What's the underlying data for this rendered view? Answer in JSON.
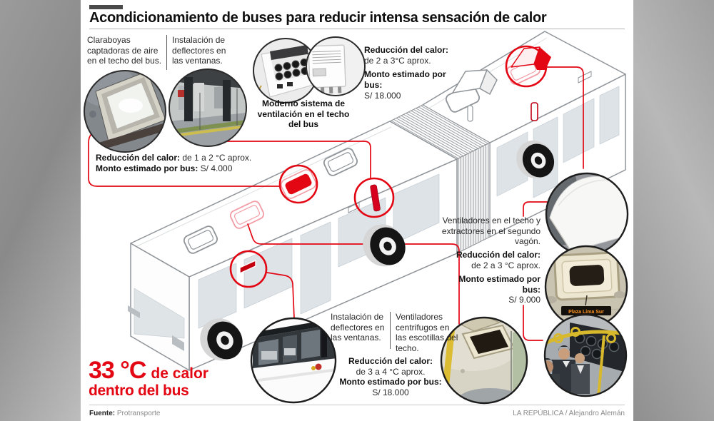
{
  "accent_color": "#e30613",
  "header": {
    "title": "Acondicionamiento de buses para reducir intensa sensación de calor"
  },
  "callouts": {
    "claraboyas": "Claraboyas captadoras de aire en el techo del bus.",
    "deflectores": "Instalación de deflectores en las ventanas.",
    "sistema": "Moderno sistema de ventilación en el techo del bus",
    "vent_top": {
      "label1": "Reducción del calor:",
      "value1": "de 2 a 3°C aprox.",
      "label2": "Monto estimado por bus:",
      "value2": "S/ 18.000"
    },
    "claraboyas_stats": {
      "label1": "Reducción del calor:",
      "value1": "de 1 a 2 °C aprox.",
      "label2": "Monto estimado por bus:",
      "value2": "S/ 4.000"
    },
    "segundo_vagon": {
      "desc": "Ventiladores en el techo y extractores en el segundo vagón.",
      "label1": "Reducción del calor:",
      "value1": "de 2 a 3 °C aprox.",
      "label2": "Monto estimado por bus:",
      "value2": "S/ 9.000"
    },
    "bottom": {
      "col1": "Instalación de deflectores en las ventanas.",
      "col2": "Ventiladores centrifugos en las escotillas del techo.",
      "label1": "Reducción del calor:",
      "value1": "de 3 a 4 °C aprox.",
      "label2": "Monto estimado por bus:",
      "value2": "S/ 18.000"
    }
  },
  "highlight": {
    "temp": "33 °C",
    "line1": "de calor",
    "line2": "dentro del bus"
  },
  "photos": {
    "led_sign": "Plaza Lima Sur"
  },
  "footer": {
    "source_label": "Fuente:",
    "source_value": "Protransporte",
    "credit": "LA REPÚBLICA / Alejandro Alemán"
  }
}
